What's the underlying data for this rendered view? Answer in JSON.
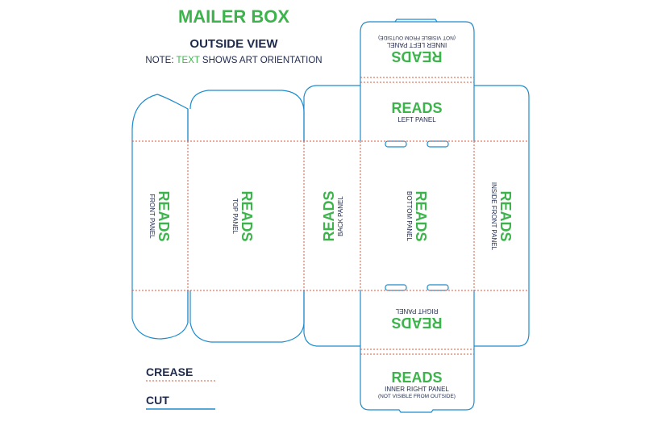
{
  "header": {
    "title": "MAILER BOX",
    "subtitle": "OUTSIDE VIEW",
    "note_prefix": "NOTE:",
    "note_accent": "TEXT",
    "note_suffix": "SHOWS ART ORIENTATION"
  },
  "panels": {
    "front": {
      "reads": "READS",
      "label": "FRONT PANEL"
    },
    "top": {
      "reads": "READS",
      "label": "TOP PANEL"
    },
    "back": {
      "reads": "READS",
      "label": "BACK PANEL"
    },
    "bottom": {
      "reads": "READS",
      "label": "BOTTOM PANEL"
    },
    "inside_front": {
      "reads": "READS",
      "label": "INSIDE FRONT PANEL"
    },
    "left": {
      "reads": "READS",
      "label": "LEFT PANEL"
    },
    "right": {
      "reads": "READS",
      "label": "RIGHT PANEL"
    },
    "inner_left": {
      "reads": "READS",
      "label": "INNER LEFT PANEL",
      "sub": "(NOT VISIBLE FROM OUTSIDE)"
    },
    "inner_right": {
      "reads": "READS",
      "label": "INNER RIGHT PANEL",
      "sub": "(NOT VISIBLE FROM OUTSIDE)"
    }
  },
  "legend": {
    "crease": "CREASE",
    "cut": "CUT"
  },
  "colors": {
    "cut_line": "#1e8ccc",
    "crease_line": "#e0553a",
    "accent": "#3cb44b",
    "text": "#1f2a4d"
  }
}
